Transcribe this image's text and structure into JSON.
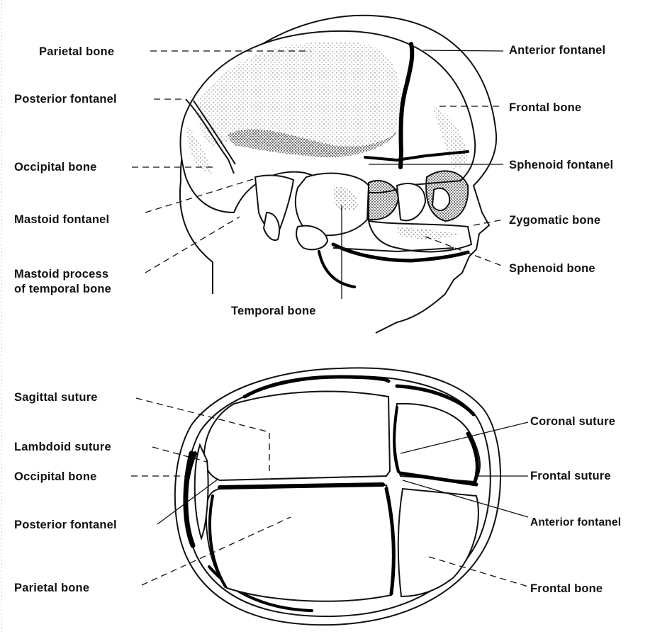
{
  "lateral_view": {
    "left_labels": {
      "parietal_bone": "Parietal bone",
      "posterior_fontanel": "Posterior fontanel",
      "occipital_bone": "Occipital bone",
      "mastoid_fontanel": "Mastoid fontanel",
      "mastoid_process_line1": "Mastoid process",
      "mastoid_process_line2": "of temporal bone"
    },
    "right_labels": {
      "anterior_fontanel": "Anterior fontanel",
      "frontal_bone": "Frontal bone",
      "sphenoid_fontanel": "Sphenoid fontanel",
      "zygomatic_bone": "Zygomatic bone",
      "sphenoid_bone": "Sphenoid bone"
    },
    "bottom_label": "Temporal bone"
  },
  "superior_view": {
    "left_labels": {
      "sagittal_suture": "Sagittal suture",
      "lambdoid_suture": "Lambdoid suture",
      "occipital_bone": "Occipital bone",
      "posterior_fontanel": "Posterior fontanel",
      "parietal_bone": "Parietal bone"
    },
    "right_labels": {
      "coronal_suture": "Coronal suture",
      "frontal_suture": "Frontal suture",
      "anterior_fontanel": "Anterior fontanel",
      "frontal_bone": "Frontal bone"
    }
  },
  "colors": {
    "ink": "#111111",
    "background": "#ffffff"
  }
}
